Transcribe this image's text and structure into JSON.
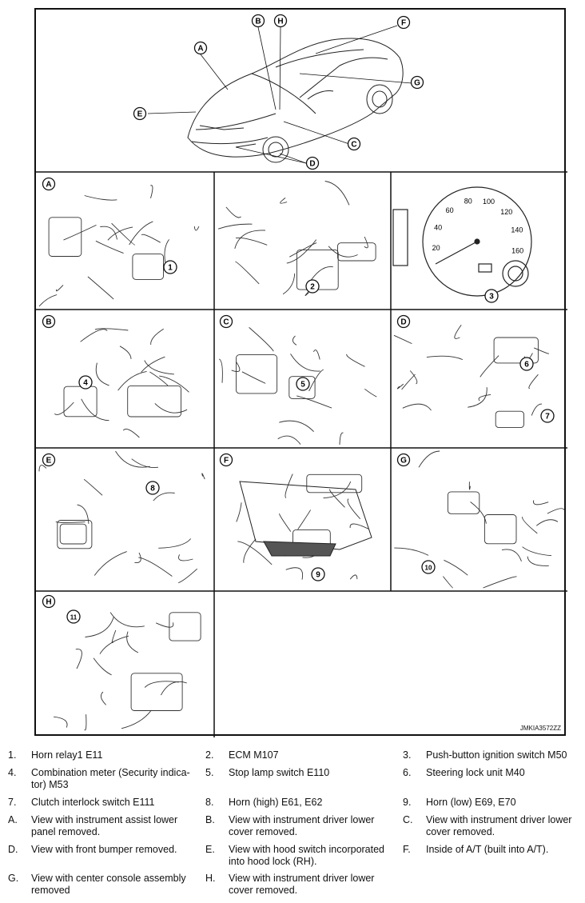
{
  "figure": {
    "code": "JMKIA3572ZZ",
    "overview_letters": [
      "A",
      "B",
      "H",
      "F",
      "G",
      "E",
      "C",
      "D"
    ],
    "panels": [
      {
        "letter": "A",
        "callouts": [
          "1"
        ]
      },
      {
        "letter": "",
        "callouts": [
          "2"
        ]
      },
      {
        "letter": "",
        "callouts": [
          "3"
        ],
        "gauge_ticks": [
          "20",
          "40",
          "60",
          "80",
          "100",
          "120",
          "140",
          "160"
        ]
      },
      {
        "letter": "B",
        "callouts": [
          "4"
        ]
      },
      {
        "letter": "C",
        "callouts": [
          "5"
        ]
      },
      {
        "letter": "D",
        "callouts": [
          "6",
          "7"
        ]
      },
      {
        "letter": "E",
        "callouts": [
          "8"
        ]
      },
      {
        "letter": "F",
        "callouts": [
          "9"
        ]
      },
      {
        "letter": "G",
        "callouts": [
          "10"
        ]
      },
      {
        "letter": "H",
        "callouts": [
          "11"
        ]
      }
    ]
  },
  "legend": [
    [
      {
        "n": "1.",
        "t": "Horn relay1 E11"
      },
      {
        "n": "2.",
        "t": "ECM M107"
      },
      {
        "n": "3.",
        "t": "Push-button ignition switch M50"
      }
    ],
    [
      {
        "n": "4.",
        "t": "Combination meter (Security indica-tor) M53"
      },
      {
        "n": "5.",
        "t": "Stop lamp switch E110"
      },
      {
        "n": "6.",
        "t": "Steering lock unit M40"
      }
    ],
    [
      {
        "n": "7.",
        "t": "Clutch interlock switch E111"
      },
      {
        "n": "8.",
        "t": "Horn (high) E61, E62"
      },
      {
        "n": "9.",
        "t": "Horn (low) E69, E70"
      }
    ],
    [
      {
        "n": "A.",
        "t": "View with instrument assist lower panel removed."
      },
      {
        "n": "B.",
        "t": "View with instrument driver lower cover removed."
      },
      {
        "n": "C.",
        "t": "View with instrument driver lower cover removed."
      }
    ],
    [
      {
        "n": "D.",
        "t": "View with front bumper removed."
      },
      {
        "n": "E.",
        "t": "View with hood switch incorporated into hood lock (RH)."
      },
      {
        "n": "F.",
        "t": "Inside of A/T (built into A/T)."
      }
    ],
    [
      {
        "n": "G.",
        "t": "View with center console assembly removed"
      },
      {
        "n": "H.",
        "t": "View with instrument driver lower cover removed."
      },
      {
        "n": "",
        "t": ""
      }
    ]
  ]
}
